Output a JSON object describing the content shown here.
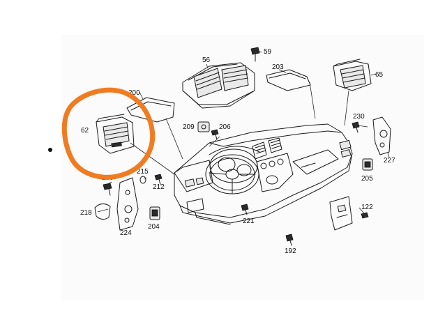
{
  "diagram": {
    "labels": {
      "p56": "56",
      "p59": "59",
      "p203": "203",
      "p65": "65",
      "p200": "200",
      "p62": "62",
      "p209": "209",
      "p206": "206",
      "p230a": "230",
      "p230b": "230",
      "p227": "227",
      "p215": "215",
      "p212": "212",
      "p205": "205",
      "p218": "218",
      "p224": "224",
      "p204": "204",
      "p221": "221",
      "p122": "122",
      "p192": "192"
    },
    "colors": {
      "highlight": "#F07C22",
      "line": "#1a1a1a",
      "panel_shadow": "#f3f3f3"
    }
  }
}
